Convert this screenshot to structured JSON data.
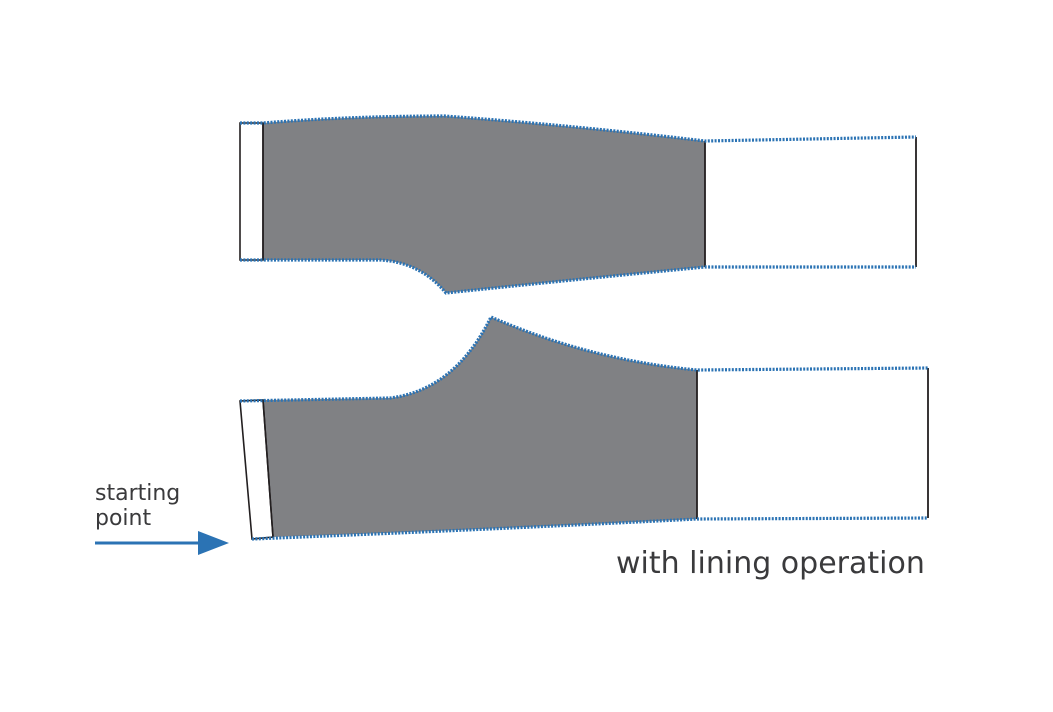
{
  "labels": {
    "starting_point_line1": "starting",
    "starting_point_line2": "point",
    "caption": "with lining operation"
  },
  "colors": {
    "seam_blue": "#2b73b4",
    "fabric_gray": "#808184",
    "outline": "#231f20",
    "text": "#3a3a3c",
    "background": "#ffffff"
  },
  "icons": {
    "arrow": "arrow-right-icon"
  }
}
